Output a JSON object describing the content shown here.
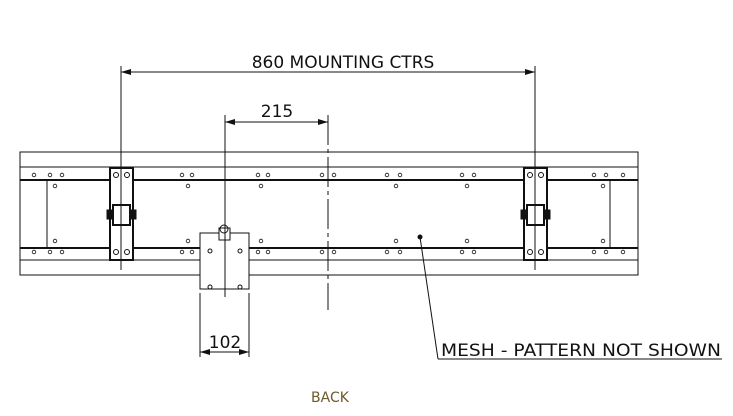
{
  "dimensions": {
    "mounting_centers": "860 MOUNTING CTRS",
    "offset": "215",
    "block_width": "102"
  },
  "note": "MESH - PATTERN NOT SHOWN",
  "view_label": "BACK",
  "colors": {
    "line": "#111111",
    "view_label": "#6b5a2a"
  }
}
